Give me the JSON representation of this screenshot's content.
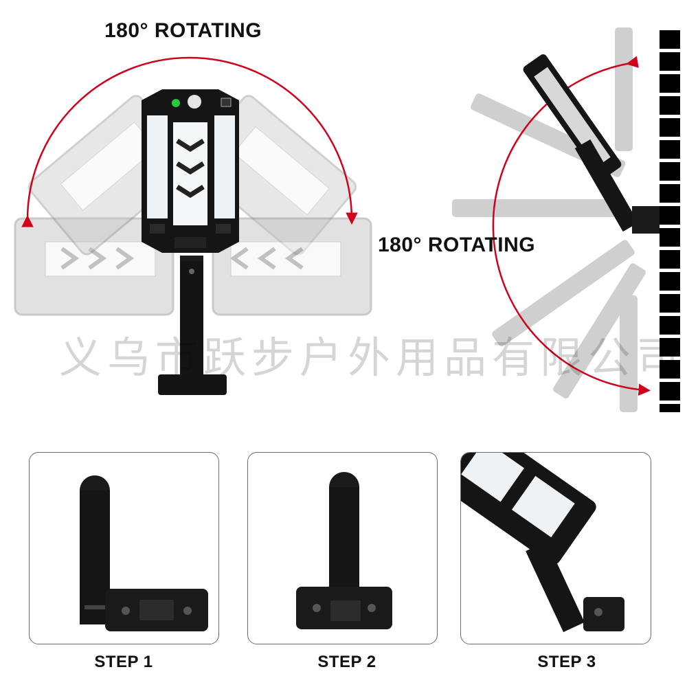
{
  "labels": {
    "rotating_1": "180° ROTATING",
    "rotating_2": "180° ROTATING"
  },
  "watermark": "义乌市跃步户外用品有限公司",
  "steps": [
    "STEP 1",
    "STEP 2",
    "STEP 3"
  ],
  "colors": {
    "arrow": "#d0021b",
    "product": "#141414",
    "ghost": "#9a9a9a",
    "led": "#e8eef2"
  },
  "icons": {
    "rotation_arrow": "red-arc-arrow-icon",
    "ruler": "scale-ruler-icon"
  }
}
